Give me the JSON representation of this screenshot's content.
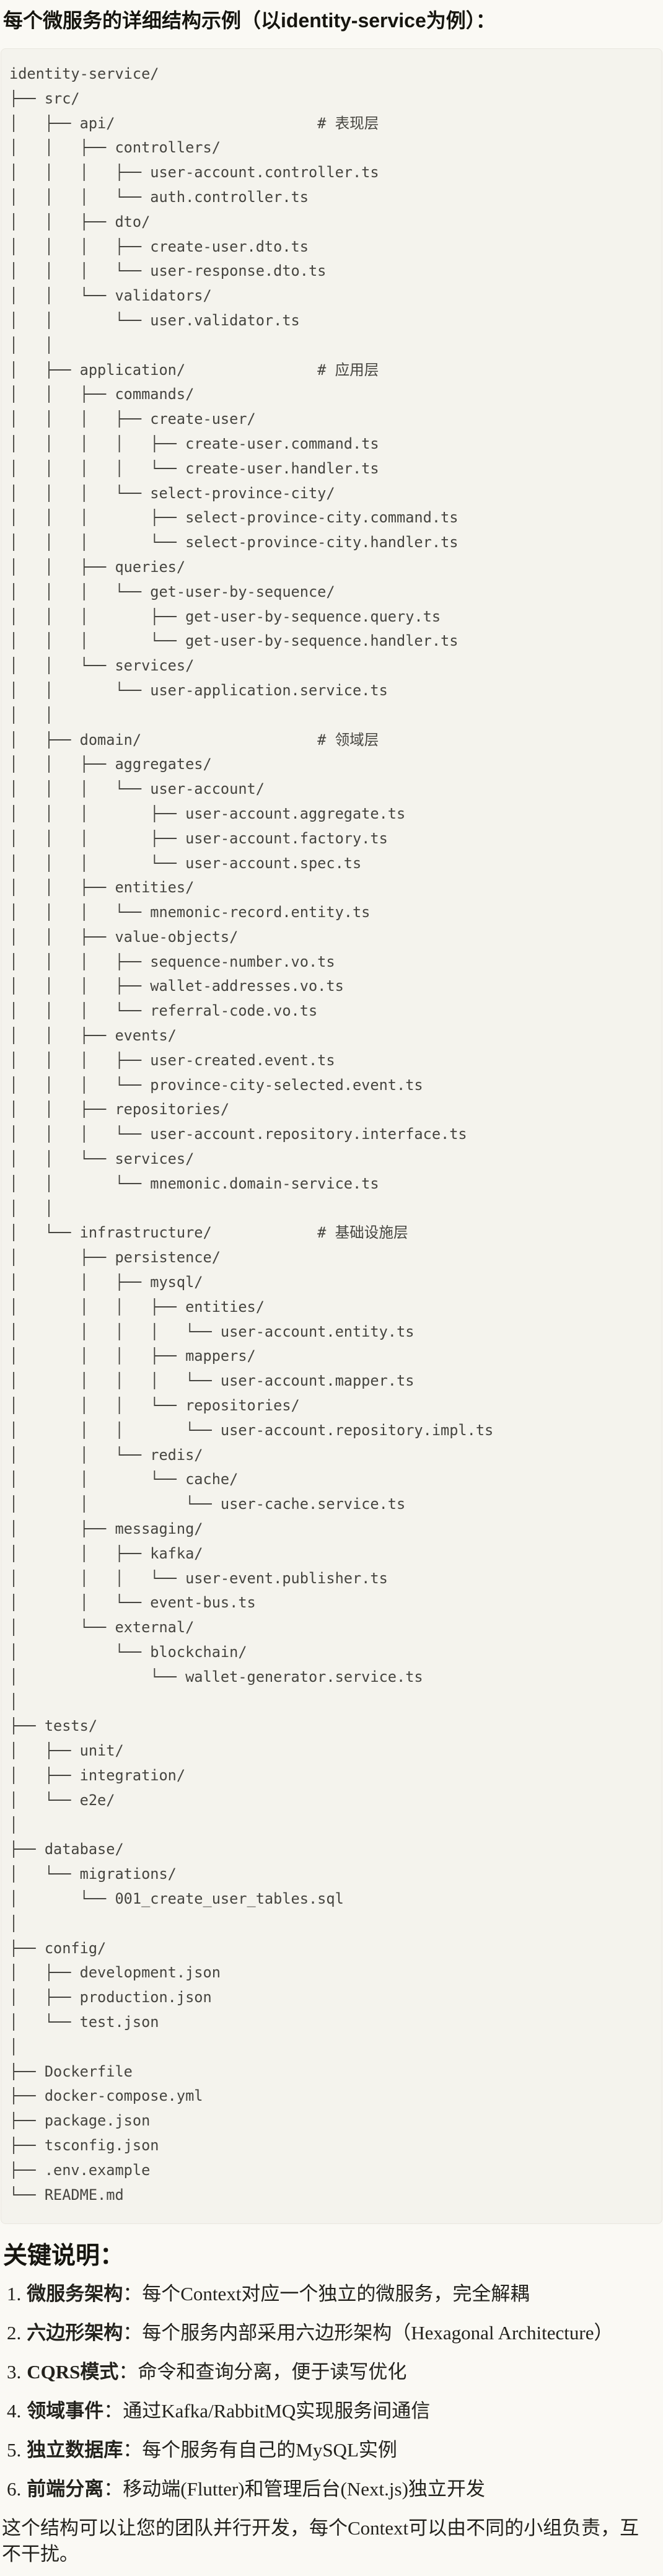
{
  "page": {
    "title": "每个微服务的详细结构示例（以identity-service为例）："
  },
  "code_block": {
    "content_kind": "directory-tree",
    "lines": [
      "identity-service/",
      "├── src/",
      "│   ├── api/                       # 表现层",
      "│   │   ├── controllers/",
      "│   │   │   ├── user-account.controller.ts",
      "│   │   │   └── auth.controller.ts",
      "│   │   ├── dto/",
      "│   │   │   ├── create-user.dto.ts",
      "│   │   │   └── user-response.dto.ts",
      "│   │   └── validators/",
      "│   │       └── user.validator.ts",
      "│   │",
      "│   ├── application/               # 应用层",
      "│   │   ├── commands/",
      "│   │   │   ├── create-user/",
      "│   │   │   │   ├── create-user.command.ts",
      "│   │   │   │   └── create-user.handler.ts",
      "│   │   │   └── select-province-city/",
      "│   │   │       ├── select-province-city.command.ts",
      "│   │   │       └── select-province-city.handler.ts",
      "│   │   ├── queries/",
      "│   │   │   └── get-user-by-sequence/",
      "│   │   │       ├── get-user-by-sequence.query.ts",
      "│   │   │       └── get-user-by-sequence.handler.ts",
      "│   │   └── services/",
      "│   │       └── user-application.service.ts",
      "│   │",
      "│   ├── domain/                    # 领域层",
      "│   │   ├── aggregates/",
      "│   │   │   └── user-account/",
      "│   │   │       ├── user-account.aggregate.ts",
      "│   │   │       ├── user-account.factory.ts",
      "│   │   │       └── user-account.spec.ts",
      "│   │   ├── entities/",
      "│   │   │   └── mnemonic-record.entity.ts",
      "│   │   ├── value-objects/",
      "│   │   │   ├── sequence-number.vo.ts",
      "│   │   │   ├── wallet-addresses.vo.ts",
      "│   │   │   └── referral-code.vo.ts",
      "│   │   ├── events/",
      "│   │   │   ├── user-created.event.ts",
      "│   │   │   └── province-city-selected.event.ts",
      "│   │   ├── repositories/",
      "│   │   │   └── user-account.repository.interface.ts",
      "│   │   └── services/",
      "│   │       └── mnemonic.domain-service.ts",
      "│   │",
      "│   └── infrastructure/            # 基础设施层",
      "│       ├── persistence/",
      "│       │   ├── mysql/",
      "│       │   │   ├── entities/",
      "│       │   │   │   └── user-account.entity.ts",
      "│       │   │   ├── mappers/",
      "│       │   │   │   └── user-account.mapper.ts",
      "│       │   │   └── repositories/",
      "│       │   │       └── user-account.repository.impl.ts",
      "│       │   └── redis/",
      "│       │       └── cache/",
      "│       │           └── user-cache.service.ts",
      "│       ├── messaging/",
      "│       │   ├── kafka/",
      "│       │   │   └── user-event.publisher.ts",
      "│       │   └── event-bus.ts",
      "│       └── external/",
      "│           └── blockchain/",
      "│               └── wallet-generator.service.ts",
      "│",
      "├── tests/",
      "│   ├── unit/",
      "│   ├── integration/",
      "│   └── e2e/",
      "│",
      "├── database/",
      "│   └── migrations/",
      "│       └── 001_create_user_tables.sql",
      "│",
      "├── config/",
      "│   ├── development.json",
      "│   ├── production.json",
      "│   └── test.json",
      "│",
      "├── Dockerfile",
      "├── docker-compose.yml",
      "├── package.json",
      "├── tsconfig.json",
      "├── .env.example",
      "└── README.md"
    ]
  },
  "notes": {
    "heading": "关键说明：",
    "items": [
      {
        "num": "1.",
        "term": "微服务架构",
        "text": "：每个Context对应一个独立的微服务，完全解耦"
      },
      {
        "num": "2.",
        "term": "六边形架构",
        "text": "：每个服务内部采用六边形架构（Hexagonal Architecture）"
      },
      {
        "num": "3.",
        "term": "CQRS模式",
        "text": "：命令和查询分离，便于读写优化"
      },
      {
        "num": "4.",
        "term": "领域事件",
        "text": "：通过Kafka/RabbitMQ实现服务间通信"
      },
      {
        "num": "5.",
        "term": "独立数据库",
        "text": "：每个服务有自己的MySQL实例"
      },
      {
        "num": "6.",
        "term": "前端分离",
        "text": "：移动端(Flutter)和管理后台(Next.js)独立开发"
      }
    ],
    "footer": "这个结构可以让您的团队并行开发，每个Context可以由不同的小组负责，互不干扰。"
  },
  "colors": {
    "page_bg": "#faf9f4",
    "code_bg": "#f4f3ed",
    "code_border": "#e9e7df",
    "code_text": "#45443f",
    "body_text": "#23221d",
    "title_text": "#16150f"
  }
}
